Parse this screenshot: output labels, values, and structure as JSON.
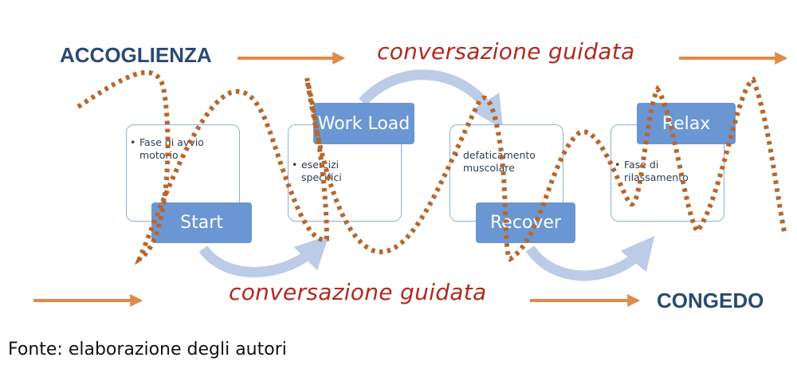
{
  "headers": {
    "start": "ACCOGLIENZA",
    "end": "CONGEDO",
    "guided_top": "conversazione guidata",
    "guided_bottom": "conversazione guidata"
  },
  "steps": [
    {
      "label": "Start",
      "bullet": "Fase di avvio motorio"
    },
    {
      "label": "Work Load",
      "bullet": "esercizi specifici"
    },
    {
      "label": "Recover",
      "bullet": "defaticamento muscolare"
    },
    {
      "label": "Relax",
      "bullet": "Fase di rilassamento"
    }
  ],
  "caption": "Fonte: elaborazione degli autori",
  "colors": {
    "heading": "#2b4a73",
    "guided_text": "#b02a20",
    "orange_arrow": "#e08a4a",
    "dotted_wave": "#b8662a",
    "tab_fill": "#6a97d3",
    "card_border": "#8fb0dc",
    "curved_arrow": "#bccbe6"
  }
}
